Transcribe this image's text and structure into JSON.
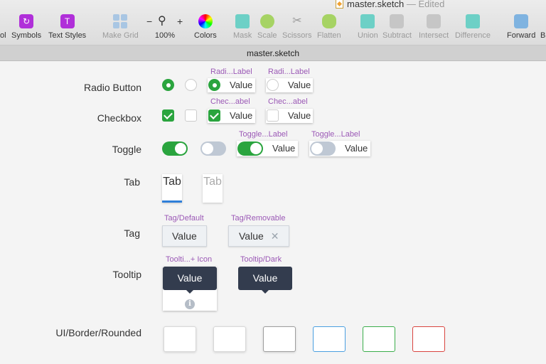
{
  "window": {
    "title": "master.sketch",
    "edited": "— Edited"
  },
  "toolbar": {
    "partial_label": "ol",
    "symbols": "Symbols",
    "text_styles": "Text Styles",
    "text_styles_icon_glyph": "T",
    "make_grid": "Make Grid",
    "zoom_minus": "−",
    "zoom_plus": "+",
    "zoom_level": "100%",
    "colors": "Colors",
    "mask": "Mask",
    "scale": "Scale",
    "scissors": "Scissors",
    "flatten": "Flatten",
    "union": "Union",
    "subtract": "Subtract",
    "intersect": "Intersect",
    "difference": "Difference",
    "forward": "Forward",
    "backward_partial": "B"
  },
  "tab": {
    "title": "master.sketch"
  },
  "rows": {
    "radio": "Radio Button",
    "checkbox": "Checkbox",
    "toggle": "Toggle",
    "tab": "Tab",
    "tag": "Tag",
    "tooltip": "Tooltip",
    "border": "UI/Border/Rounded"
  },
  "radio": {
    "sym1": "Radi...Label",
    "sym2": "Radi...Label",
    "value1": "Value",
    "value2": "Value"
  },
  "checkbox": {
    "sym1": "Chec...abel",
    "sym2": "Chec...abel",
    "value1": "Value",
    "value2": "Value"
  },
  "toggle": {
    "sym1": "Toggle...Label",
    "sym2": "Toggle...Label",
    "value1": "Value",
    "value2": "Value"
  },
  "tabs": {
    "active": "Tab",
    "inactive": "Tab"
  },
  "tags": {
    "sym1": "Tag/Default",
    "sym2": "Tag/Removable",
    "value1": "Value",
    "value2": "Value",
    "remove": "✕"
  },
  "tooltips": {
    "sym1": "Toolti...+ Icon",
    "sym2": "Tooltip/Dark",
    "value1": "Value",
    "value2": "Value",
    "info": "i"
  },
  "colors": {
    "accent_green": "#2aa43e",
    "symbol_label": "#9b59b6",
    "tooltip_dark": "#333c4e",
    "border_default": "#d8d8d8",
    "border_grey": "#9e9e9e",
    "border_blue": "#4a9fe0",
    "border_green": "#3aad4a",
    "border_red": "#d9443f"
  }
}
